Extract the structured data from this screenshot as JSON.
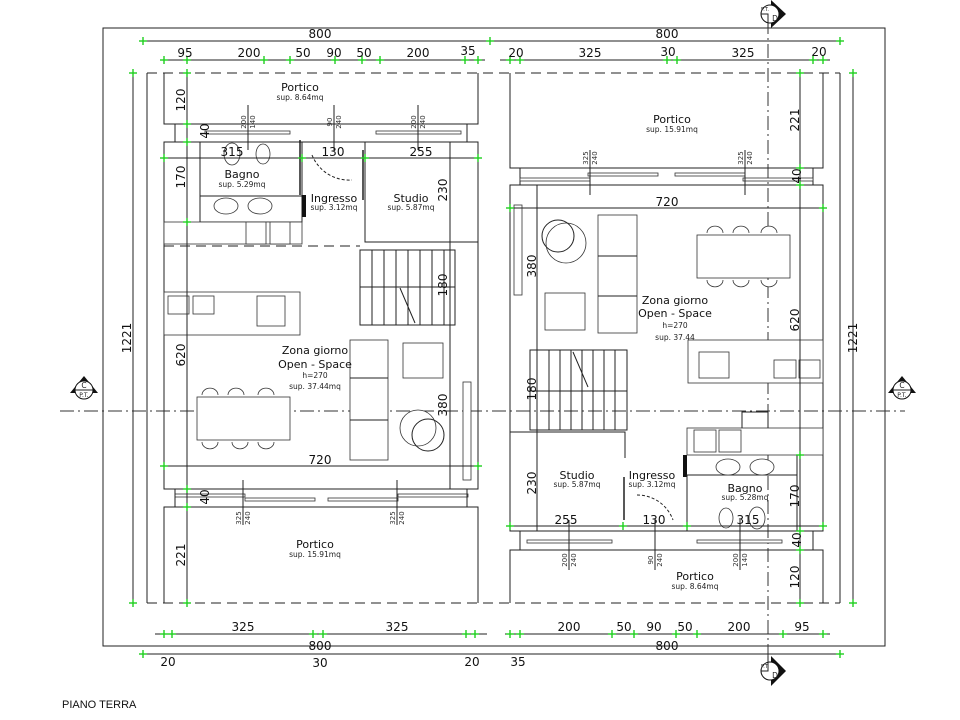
{
  "drawing_title": "PIANO TERRA",
  "section_markers": {
    "c_letter": "C",
    "d_letter": "D",
    "level": "P.T."
  },
  "dimensions": {
    "top_left_total": "800",
    "top_right_total": "800",
    "top_left": [
      "95",
      "200",
      "50",
      "90",
      "50",
      "200",
      "35"
    ],
    "top_right": [
      "20",
      "325",
      "30",
      "325",
      "20"
    ],
    "left_vertical": [
      "120",
      "40",
      "170",
      "620",
      "40",
      "221"
    ],
    "left_total": "1221",
    "right_vertical": [
      "221",
      "40",
      "620",
      "170",
      "40",
      "120"
    ],
    "right_total": "1221",
    "left_internal": [
      "315",
      "130",
      "255",
      "230",
      "180",
      "380",
      "720"
    ],
    "right_internal": [
      "720",
      "380",
      "180",
      "230",
      "255",
      "130",
      "315"
    ],
    "bottom_left": [
      "325",
      "325"
    ],
    "bottom_left_outer": [
      "20",
      "800",
      "30",
      "20"
    ],
    "bottom_right": [
      "200",
      "50",
      "90",
      "50",
      "200",
      "95"
    ],
    "bottom_right_outer": [
      "35",
      "800"
    ]
  },
  "windows": {
    "left_top": [
      [
        "200",
        "140"
      ],
      [
        "90",
        "240"
      ],
      [
        "200",
        "240"
      ]
    ],
    "right_top": [
      [
        "325",
        "240"
      ],
      [
        "325",
        "240"
      ]
    ],
    "left_bottom": [
      [
        "325",
        "240"
      ],
      [
        "325",
        "240"
      ]
    ],
    "right_bottom": [
      [
        "200",
        "240"
      ],
      [
        "90",
        "240"
      ],
      [
        "200",
        "140"
      ]
    ]
  },
  "unit_left": {
    "portico_top": {
      "name": "Portico",
      "area": "sup. 8.64mq"
    },
    "bagno": {
      "name": "Bagno",
      "area": "sup. 5.29mq"
    },
    "ingresso": {
      "name": "Ingresso",
      "area": "sup. 3.12mq"
    },
    "studio": {
      "name": "Studio",
      "area": "sup. 5.87mq"
    },
    "zona": {
      "name": "Zona giorno",
      "sub": "Open - Space",
      "height": "h=270",
      "area": "sup. 37.44mq"
    },
    "portico_bottom": {
      "name": "Portico",
      "area": "sup. 15.91mq"
    }
  },
  "unit_right": {
    "portico_top": {
      "name": "Portico",
      "area": "sup. 15.91mq"
    },
    "zona": {
      "name": "Zona giorno",
      "sub": "Open - Space",
      "height": "h=270",
      "area": "sup. 37.44"
    },
    "studio": {
      "name": "Studio",
      "area": "sup. 5.87mq"
    },
    "ingresso": {
      "name": "Ingresso",
      "area": "sup. 3.12mq"
    },
    "bagno": {
      "name": "Bagno",
      "area": "sup. 5.28mq"
    },
    "portico_bottom": {
      "name": "Portico",
      "area": "sup. 8.64mq"
    }
  }
}
